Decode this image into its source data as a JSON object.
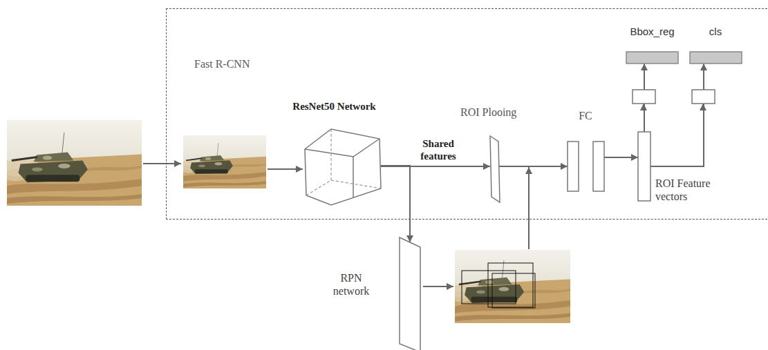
{
  "diagram": {
    "nodes": [
      {
        "text": [
          "Fast R-CNN"
        ]
      },
      {
        "text": [
          "ResNet50 Network"
        ],
        "in": 0
      },
      {
        "text": [
          "ROI Plooing"
        ],
        "in": 0
      },
      {
        "text": [
          "FC"
        ],
        "in": 0
      },
      {
        "text": [
          "ROI Feature vectors"
        ],
        "in": 0
      },
      {
        "text": [
          "Bbox_reg"
        ],
        "in": 0
      },
      {
        "text": [
          "cls"
        ],
        "in": 0
      },
      {
        "text": [
          "RPN network"
        ]
      }
    ],
    "edges": [
      {
        "from": 1,
        "to": 2,
        "arrow": "to",
        "label": "Shared features"
      },
      {
        "from": 1,
        "to": 7,
        "arrow": "to"
      },
      {
        "from": 2,
        "to": 3,
        "arrow": "to"
      },
      {
        "from": 3,
        "to": 4,
        "arrow": "to"
      },
      {
        "from": 4,
        "to": 5,
        "arrow": "to"
      },
      {
        "from": 4,
        "to": 6,
        "arrow": "to"
      }
    ]
  }
}
